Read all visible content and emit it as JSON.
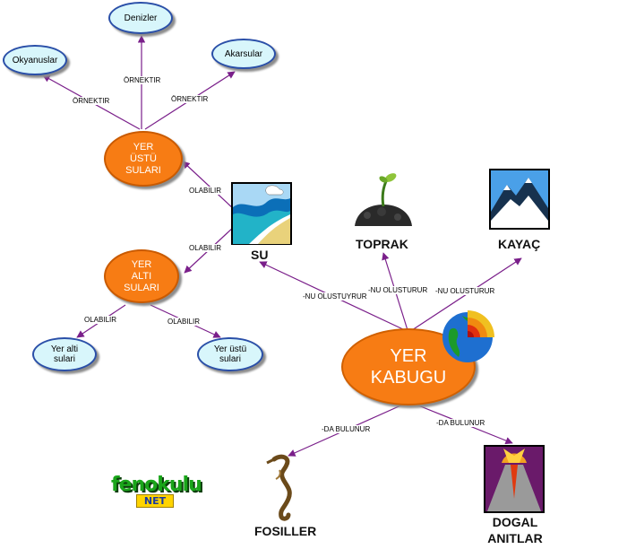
{
  "nodes": {
    "okyanuslar": "Okyanuslar",
    "denizler": "Denizler",
    "akarsular": "Akarsular",
    "yer_ustu_sulari": "YER ÜSTÜ SULARI",
    "yer_alti_sulari": "YER ALTI SULARI",
    "yer_alti_sulari_small": "Yer alti sulari",
    "yer_ustu_sulari_small": "Yer üstü sulari",
    "yer_kabugu": "YER KABUGU"
  },
  "captions": {
    "su": "SU",
    "toprak": "TOPRAK",
    "kayac": "KAYAÇ",
    "fosiller": "FOSILLER",
    "dogal_anitlar": "DOGAL ANITLAR"
  },
  "edges": {
    "ornektir_okyanuslar": "ÖRNEKTIR",
    "ornektir_denizler": "ÖRNEKTIR",
    "ornektir_akarsular": "ÖRNEKTIR",
    "olabilir_ustu": "OLABILIR",
    "olabilir_alti": "OLABILIR",
    "olabilir_yer_alti": "OLABILIR",
    "olabilir_yer_ustu": "OLABILIR",
    "nu_olustuyrur": "-NU OLUSTUYRUR",
    "nu_olusturur_toprak": "-NU OLUSTURUR",
    "nu_olusturur_kayac": "-NU OLUSTURUR",
    "da_bulunur_fosiller": "-DA BULUNUR",
    "da_bulunur_dogal": "-DA BULUNUR"
  },
  "logo": {
    "main": "fenokulu",
    "sub": "NET"
  },
  "colors": {
    "edge": "#7a1f8a",
    "orange": "#f77c14",
    "cyan": "#d8f6fb",
    "logo_green": "#1aa51a"
  }
}
